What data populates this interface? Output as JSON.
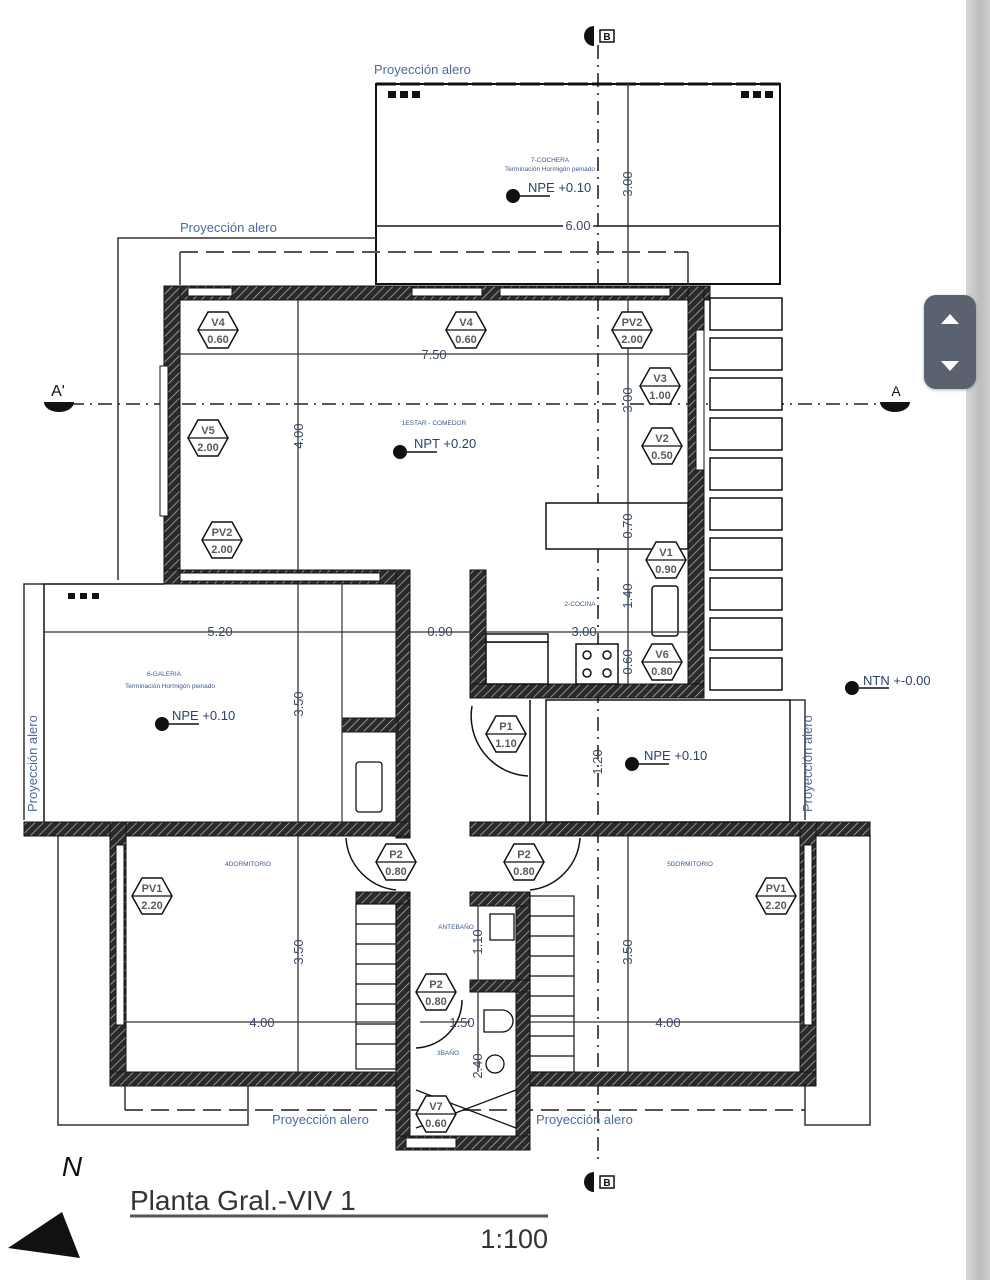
{
  "viewer": {
    "nav": {
      "up_icon": "chevron-up-icon",
      "down_icon": "chevron-down-icon"
    }
  },
  "plan": {
    "title": "Planta Gral.-VIV 1",
    "scale": "1:100",
    "north_label": "N",
    "section_marks": {
      "a_left": "A'",
      "a_right": "A",
      "b_top": "B",
      "b_bottom": "B"
    },
    "projection_label": "Proyección alero",
    "rooms": [
      {
        "id": "cochera",
        "name": "7-COCHERA",
        "finish": "Terminación Hormigón peinado",
        "level": "NPE +0.10"
      },
      {
        "id": "estar",
        "name": "1ESTAR - COMEDOR",
        "level": "NPT +0.20"
      },
      {
        "id": "cocina",
        "name": "2-COCINA"
      },
      {
        "id": "galeria",
        "name": "6-GALERIA",
        "finish": "Terminación Hormigón peinado",
        "level": "NPE +0.10"
      },
      {
        "id": "acceso",
        "level": "NPE +0.10"
      },
      {
        "id": "dorm1",
        "name": "4DORMITORIO"
      },
      {
        "id": "dorm2",
        "name": "5DORMITORIO"
      },
      {
        "id": "antebano",
        "name": "ANTEBAÑO"
      },
      {
        "id": "bano",
        "name": "3BAÑO"
      }
    ],
    "terrain_level": "NTN +-0.00",
    "dimensions": {
      "cochera_w": "6.00",
      "cochera_h": "3.00",
      "estar_w": "7.50",
      "estar_h": "4.00",
      "estar_h2": "3.00",
      "cocina_a": "0.70",
      "cocina_b": "1.40",
      "cocina_c": "0.60",
      "cocina_w": "3.00",
      "galeria_w": "5.20",
      "galeria_h": "3.50",
      "pasillo_w": "0.90",
      "dorm1_w": "4.00",
      "dorm1_h": "3.50",
      "dorm2_w": "4.00",
      "dorm2_h": "3.50",
      "bano_w": "1.50",
      "antebano_h": "1.10",
      "bano_h": "2.40",
      "acceso_h": "1.20"
    },
    "openings": [
      {
        "code": "V4",
        "size": "0.60"
      },
      {
        "code": "V4",
        "size": "0.60"
      },
      {
        "code": "PV2",
        "size": "2.00"
      },
      {
        "code": "V3",
        "size": "1.00"
      },
      {
        "code": "V5",
        "size": "2.00"
      },
      {
        "code": "V2",
        "size": "0.50"
      },
      {
        "code": "PV2",
        "size": "2.00"
      },
      {
        "code": "V1",
        "size": "0.90"
      },
      {
        "code": "V6",
        "size": "0.80"
      },
      {
        "code": "P1",
        "size": "1.10"
      },
      {
        "code": "P2",
        "size": "0.80"
      },
      {
        "code": "P2",
        "size": "0.80"
      },
      {
        "code": "PV1",
        "size": "2.20"
      },
      {
        "code": "PV1",
        "size": "2.20"
      },
      {
        "code": "P2",
        "size": "0.80"
      },
      {
        "code": "V7",
        "size": "0.60"
      }
    ]
  }
}
